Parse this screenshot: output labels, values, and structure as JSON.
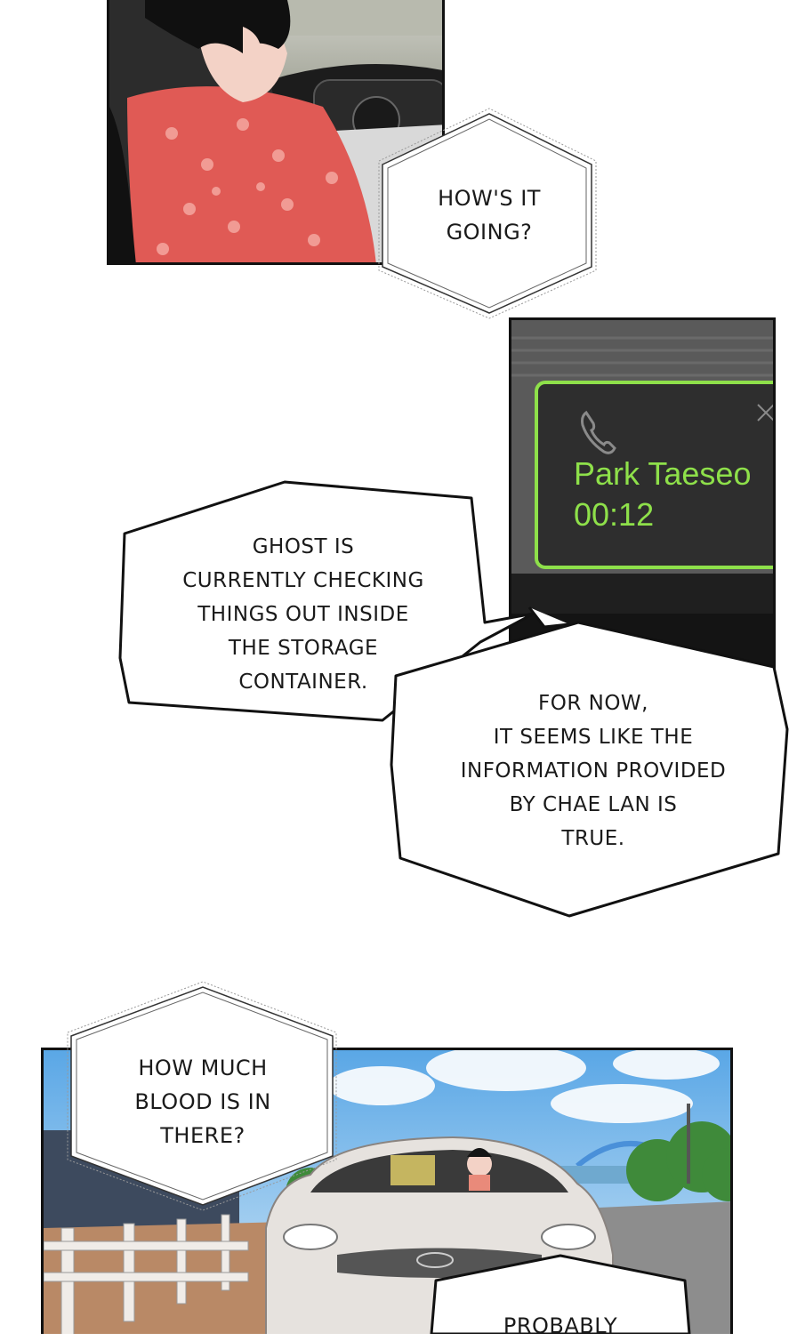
{
  "panels": {
    "car_interior": {
      "description_name": "man-in-car"
    },
    "phone_screen": {
      "caller_name": "Park Taeseo",
      "call_time": "00:12",
      "accent_color": "#8ee04a",
      "icons": [
        "phone-icon",
        "close-icon"
      ]
    },
    "outdoor": {
      "description_name": "car-on-road"
    }
  },
  "bubbles": {
    "hows_it_going": [
      "HOW'S IT",
      "GOING?"
    ],
    "ghost_checking": [
      "GHOST IS",
      "CURRENTLY CHECKING",
      "THINGS OUT INSIDE",
      "THE STORAGE",
      "CONTAINER."
    ],
    "for_now": [
      "FOR NOW,",
      "IT SEEMS LIKE THE",
      "INFORMATION PROVIDED",
      "BY CHAE LAN IS",
      "TRUE."
    ],
    "how_much_blood": [
      "HOW MUCH",
      "BLOOD IS IN",
      "THERE?"
    ],
    "probably": [
      "PROBABLY"
    ]
  }
}
